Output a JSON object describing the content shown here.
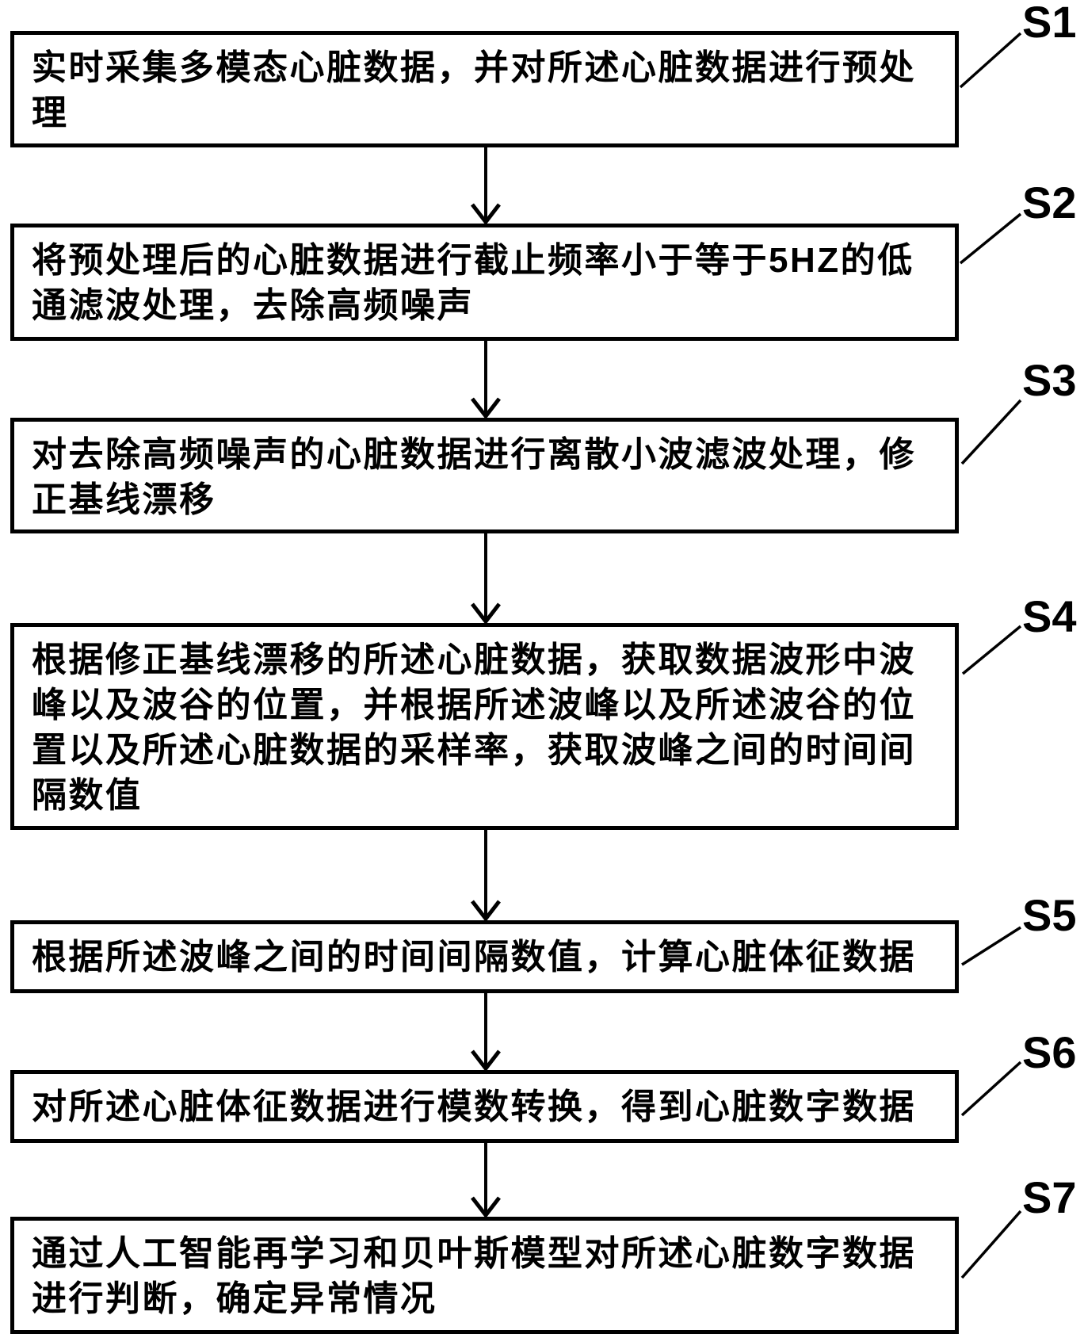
{
  "figure": {
    "type": "flowchart",
    "background_color": "#ffffff",
    "line_color": "#000000",
    "text_color": "#000000"
  },
  "steps": [
    {
      "label": "S1",
      "text": "实时采集多模态心脏数据，并对所述心脏数据进行预处理"
    },
    {
      "label": "S2",
      "text": "将预处理后的心脏数据进行截止频率小于等于5HZ的低通滤波处理，去除高频噪声"
    },
    {
      "label": "S3",
      "text": "对去除高频噪声的心脏数据进行离散小波滤波处理，修正基线漂移"
    },
    {
      "label": "S4",
      "text": "根据修正基线漂移的所述心脏数据，获取数据波形中波峰以及波谷的位置，并根据所述波峰以及所述波谷的位置以及所述心脏数据的采样率，获取波峰之间的时间间隔数值"
    },
    {
      "label": "S5",
      "text": "根据所述波峰之间的时间间隔数值，计算心脏体征数据"
    },
    {
      "label": "S6",
      "text": "对所述心脏体征数据进行模数转换，得到心脏数字数据"
    },
    {
      "label": "S7",
      "text": "通过人工智能再学习和贝叶斯模型对所述心脏数字数据进行判断，确定异常情况"
    }
  ]
}
